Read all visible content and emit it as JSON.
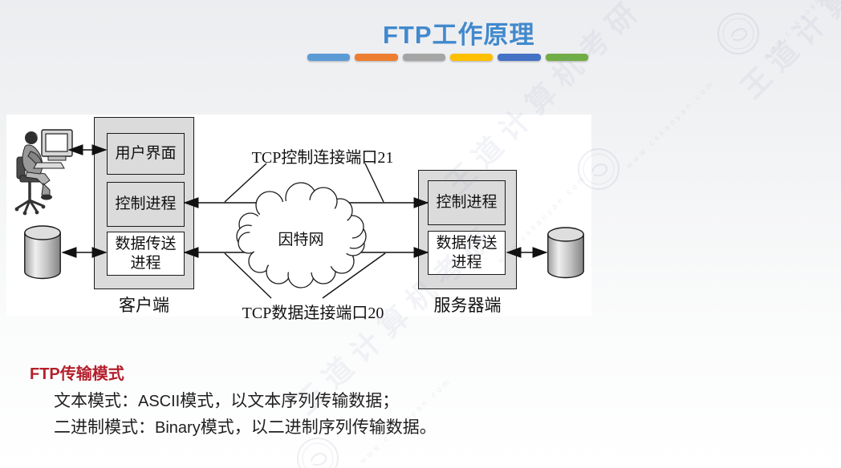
{
  "slide": {
    "title": "FTP工作原理",
    "title_color": "#4189cd",
    "accent_bars": [
      "#5B9BD5",
      "#ED7D31",
      "#A5A5A5",
      "#FFC000",
      "#4472C4",
      "#70AD47"
    ]
  },
  "diagram": {
    "client": {
      "boxes": [
        "用户界面",
        "控制进程",
        "数据传送\n进程"
      ],
      "label": "客户端"
    },
    "server": {
      "boxes": [
        "控制进程",
        "数据传送\n进程"
      ],
      "label": "服务器端"
    },
    "cloud_label": "因特网",
    "top_connection_label": "TCP控制连接端口21",
    "bottom_connection_label": "TCP数据连接端口20"
  },
  "transfer_modes": {
    "heading": "FTP传输模式",
    "heading_color": "#b41f2b",
    "lines": [
      {
        "pre": "文本模式：",
        "latin": "ASCII",
        "post": "模式，以文本序列传输数据；"
      },
      {
        "pre": "二进制模式：",
        "latin": "Binary",
        "post": "模式，以二进制序列传输数据。"
      }
    ]
  },
  "watermark": {
    "text": "王道计算机考研",
    "url": "www.cskaoyan.com"
  }
}
